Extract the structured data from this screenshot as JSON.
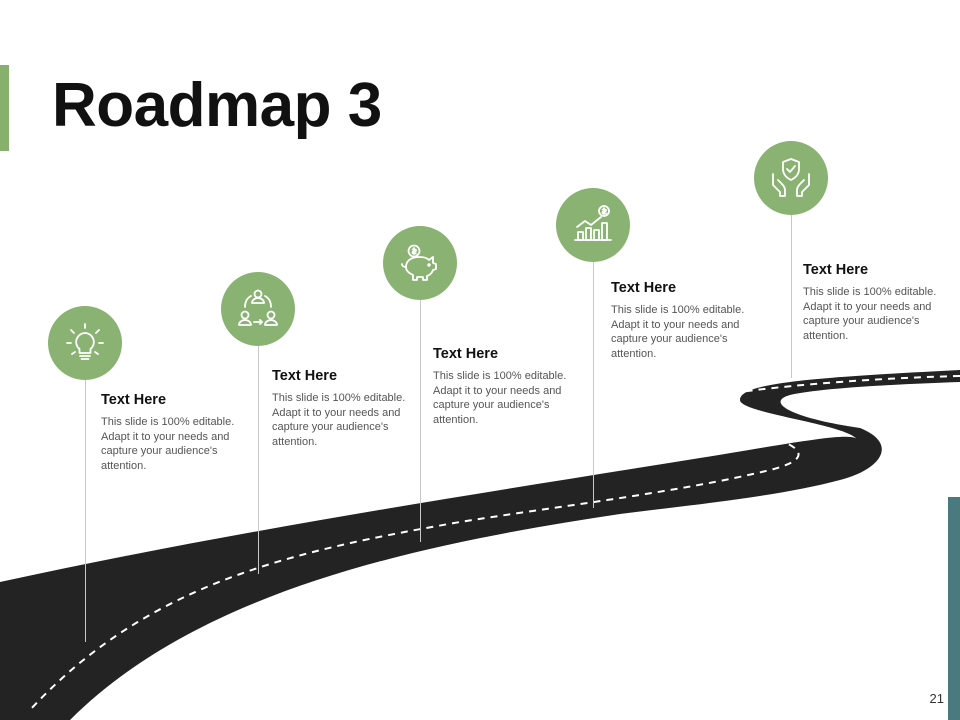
{
  "slide": {
    "title": "Roadmap 3",
    "page_number": "21"
  },
  "colors": {
    "accent": "#86b06b",
    "marker": "#8ab273",
    "road": "#232323",
    "road_dash": "#ffffff",
    "side_bar": "#4a7a80"
  },
  "milestones": [
    {
      "icon": "lightbulb-icon",
      "title": "Text Here",
      "body": "This slide is 100% editable. Adapt it to your needs and capture your audience's attention."
    },
    {
      "icon": "team-cycle-icon",
      "title": "Text Here",
      "body": "This slide is 100% editable. Adapt it to your needs and capture your audience's attention."
    },
    {
      "icon": "piggy-bank-icon",
      "title": "Text Here",
      "body": "This slide is 100% editable. Adapt it to your needs and capture your audience's attention."
    },
    {
      "icon": "growth-chart-icon",
      "title": "Text Here",
      "body": "This slide is 100% editable. Adapt it to your needs and capture your audience's attention."
    },
    {
      "icon": "hands-shield-icon",
      "title": "Text Here",
      "body": "This slide is 100% editable. Adapt it to your needs and capture your audience's attention."
    }
  ]
}
